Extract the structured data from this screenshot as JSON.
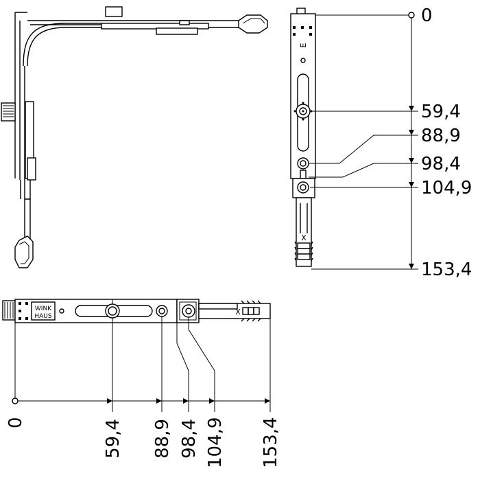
{
  "diagram": {
    "right_dimensions": [
      "0",
      "59,4",
      "88,9",
      "98,4",
      "104,9",
      "153,4"
    ],
    "bottom_dimensions": [
      "0",
      "59,4",
      "88,9",
      "98,4",
      "104,9",
      "153,4"
    ],
    "brand_line1": "WINK",
    "brand_line2": "HAUS",
    "mark_e": "E",
    "mark_x": "X"
  },
  "colors": {
    "line": "#000000",
    "background": "#ffffff"
  }
}
